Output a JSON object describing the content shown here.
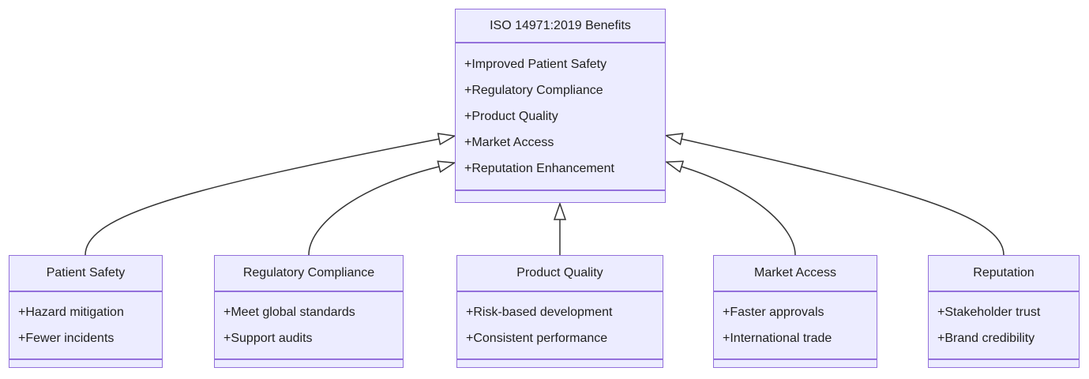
{
  "theme": {
    "node_fill": "#ECECFF",
    "node_border": "#9370DB",
    "edge_color": "#333333",
    "text_color": "#1f1f1f",
    "background": "#ffffff"
  },
  "diagram": {
    "type": "uml-class-diagram",
    "classes": [
      {
        "name": "ISO 14971:2019 Benefits",
        "attributes": [
          "+Improved Patient Safety",
          "+Regulatory Compliance",
          "+Product Quality",
          "+Market Access",
          "+Reputation Enhancement"
        ],
        "methods": []
      },
      {
        "name": "Patient Safety",
        "attributes": [
          "+Hazard mitigation",
          "+Fewer incidents"
        ],
        "methods": []
      },
      {
        "name": "Regulatory Compliance",
        "attributes": [
          "+Meet global standards",
          "+Support audits"
        ],
        "methods": []
      },
      {
        "name": "Product Quality",
        "attributes": [
          "+Risk-based development",
          "+Consistent performance"
        ],
        "methods": []
      },
      {
        "name": "Market Access",
        "attributes": [
          "+Faster approvals",
          "+International trade"
        ],
        "methods": []
      },
      {
        "name": "Reputation",
        "attributes": [
          "+Stakeholder trust",
          "+Brand credibility"
        ],
        "methods": []
      }
    ],
    "edges": [
      {
        "from": "Patient Safety",
        "to": "ISO 14971:2019 Benefits",
        "type": "inheritance"
      },
      {
        "from": "Regulatory Compliance",
        "to": "ISO 14971:2019 Benefits",
        "type": "inheritance"
      },
      {
        "from": "Product Quality",
        "to": "ISO 14971:2019 Benefits",
        "type": "inheritance"
      },
      {
        "from": "Market Access",
        "to": "ISO 14971:2019 Benefits",
        "type": "inheritance"
      },
      {
        "from": "Reputation",
        "to": "ISO 14971:2019 Benefits",
        "type": "inheritance"
      }
    ]
  }
}
